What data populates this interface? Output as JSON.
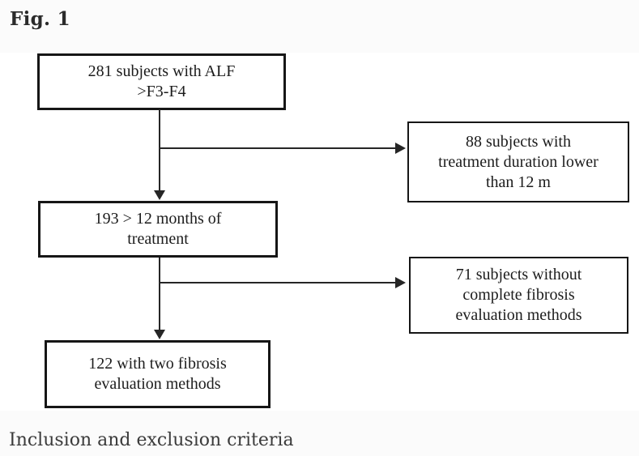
{
  "figure": {
    "label": "Fig. 1",
    "caption": "Inclusion and exclusion criteria"
  },
  "flowchart": {
    "type": "flow",
    "boxes": [
      {
        "id": "281-alf",
        "lines": [
          "281 subjects with ALF",
          ">F3-F4"
        ]
      },
      {
        "id": "193-treatment",
        "lines": [
          "193 > 12 months of",
          "treatment"
        ]
      },
      {
        "id": "122-two-methods",
        "lines": [
          "122 with two fibrosis",
          "evaluation methods"
        ]
      },
      {
        "id": "88-excluded",
        "lines": [
          "88 subjects with",
          "treatment duration lower",
          "than 12 m"
        ]
      },
      {
        "id": "71-excluded",
        "lines": [
          "71 subjects without",
          "complete fibrosis",
          "evaluation methods"
        ]
      }
    ],
    "edges": [
      {
        "from": "281-alf",
        "to": "193-treatment",
        "style": "arrow-down"
      },
      {
        "from": "281-alf",
        "to": "88-excluded",
        "style": "arrow-right-branch"
      },
      {
        "from": "193-treatment",
        "to": "122-two-methods",
        "style": "arrow-down"
      },
      {
        "from": "193-treatment",
        "to": "71-excluded",
        "style": "arrow-right-branch"
      }
    ],
    "colors": {
      "box_border": "#161616",
      "box_bg": "#ffffff",
      "arrow": "#262626",
      "box_text": "#1c1c1c",
      "page_bg": "#fbfbfb",
      "figure_bg": "#ffffff",
      "label_text": "#2b2b2b",
      "caption_text": "#3b3b3b"
    }
  }
}
